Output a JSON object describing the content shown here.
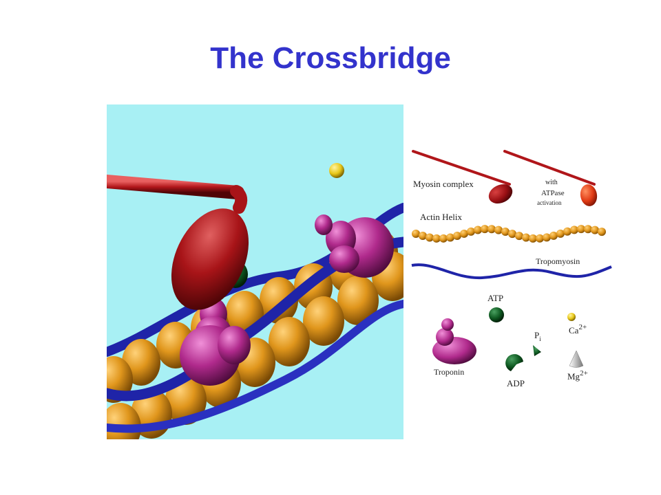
{
  "title": "The Crossbridge",
  "legend": {
    "myosin_complex": "Myosin complex",
    "atpase_line1": "with",
    "atpase_line2": "ATPase",
    "atpase_line3": "activation",
    "actin_helix": "Actin Helix",
    "tropomyosin": "Tropomyosin",
    "atp": "ATP",
    "troponin": "Troponin",
    "pi_base": "P",
    "pi_sub": "i",
    "ca_base": "Ca",
    "ca_sup": "2+",
    "adp": "ADP",
    "mg_base": "Mg",
    "mg_sup": "2+"
  },
  "colors": {
    "title": "#3333cc",
    "scene_bg": "#a8f0f4",
    "myosin": "#b0161a",
    "actin": "#e0961c",
    "tropomyosin": "#1f24a8",
    "troponin": "#b02a8c",
    "atp": "#0f5a22",
    "calcium": "#e8c81a"
  }
}
